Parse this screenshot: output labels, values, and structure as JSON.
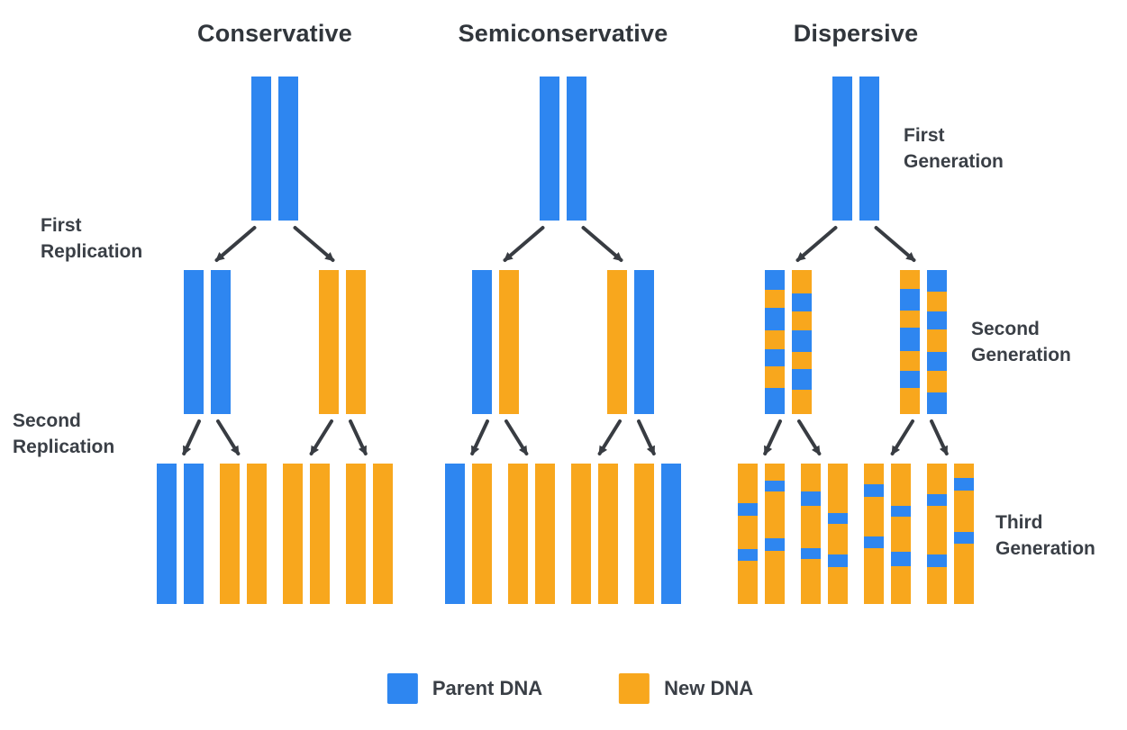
{
  "colors": {
    "parent_dna": "#2E86F0",
    "new_dna": "#F8A71D",
    "arrow": "#383C42",
    "text": "#3A3F46",
    "background": "#FFFFFF"
  },
  "columns": [
    {
      "id": "conservative",
      "title": "Conservative",
      "generations": [
        {
          "pairs": [
            {
              "strands": [
                [
                  [
                    "P",
                    1
                  ]
                ],
                [
                  [
                    "P",
                    1
                  ]
                ]
              ]
            }
          ]
        },
        {
          "pairs": [
            {
              "strands": [
                [
                  [
                    "P",
                    1
                  ]
                ],
                [
                  [
                    "P",
                    1
                  ]
                ]
              ]
            },
            {
              "strands": [
                [
                  [
                    "N",
                    1
                  ]
                ],
                [
                  [
                    "N",
                    1
                  ]
                ]
              ]
            }
          ]
        },
        {
          "pairs": [
            {
              "strands": [
                [
                  [
                    "P",
                    1
                  ]
                ],
                [
                  [
                    "P",
                    1
                  ]
                ]
              ]
            },
            {
              "strands": [
                [
                  [
                    "N",
                    1
                  ]
                ],
                [
                  [
                    "N",
                    1
                  ]
                ]
              ]
            },
            {
              "strands": [
                [
                  [
                    "N",
                    1
                  ]
                ],
                [
                  [
                    "N",
                    1
                  ]
                ]
              ]
            },
            {
              "strands": [
                [
                  [
                    "N",
                    1
                  ]
                ],
                [
                  [
                    "N",
                    1
                  ]
                ]
              ]
            }
          ]
        }
      ]
    },
    {
      "id": "semiconservative",
      "title": "Semiconservative",
      "generations": [
        {
          "pairs": [
            {
              "strands": [
                [
                  [
                    "P",
                    1
                  ]
                ],
                [
                  [
                    "P",
                    1
                  ]
                ]
              ]
            }
          ]
        },
        {
          "pairs": [
            {
              "strands": [
                [
                  [
                    "P",
                    1
                  ]
                ],
                [
                  [
                    "N",
                    1
                  ]
                ]
              ]
            },
            {
              "strands": [
                [
                  [
                    "N",
                    1
                  ]
                ],
                [
                  [
                    "P",
                    1
                  ]
                ]
              ]
            }
          ]
        },
        {
          "pairs": [
            {
              "strands": [
                [
                  [
                    "P",
                    1
                  ]
                ],
                [
                  [
                    "N",
                    1
                  ]
                ]
              ]
            },
            {
              "strands": [
                [
                  [
                    "N",
                    1
                  ]
                ],
                [
                  [
                    "N",
                    1
                  ]
                ]
              ]
            },
            {
              "strands": [
                [
                  [
                    "N",
                    1
                  ]
                ],
                [
                  [
                    "N",
                    1
                  ]
                ]
              ]
            },
            {
              "strands": [
                [
                  [
                    "N",
                    1
                  ]
                ],
                [
                  [
                    "P",
                    1
                  ]
                ]
              ]
            }
          ]
        }
      ]
    },
    {
      "id": "dispersive",
      "title": "Dispersive",
      "generations": [
        {
          "pairs": [
            {
              "strands": [
                [
                  [
                    "P",
                    1
                  ]
                ],
                [
                  [
                    "P",
                    1
                  ]
                ]
              ]
            }
          ]
        },
        {
          "pairs": [
            {
              "strands": [
                [
                  [
                    "P",
                    0.14
                  ],
                  [
                    "N",
                    0.12
                  ],
                  [
                    "P",
                    0.16
                  ],
                  [
                    "N",
                    0.13
                  ],
                  [
                    "P",
                    0.12
                  ],
                  [
                    "N",
                    0.15
                  ],
                  [
                    "P",
                    0.18
                  ]
                ],
                [
                  [
                    "N",
                    0.16
                  ],
                  [
                    "P",
                    0.13
                  ],
                  [
                    "N",
                    0.13
                  ],
                  [
                    "P",
                    0.15
                  ],
                  [
                    "N",
                    0.12
                  ],
                  [
                    "P",
                    0.14
                  ],
                  [
                    "N",
                    0.17
                  ]
                ]
              ]
            },
            {
              "strands": [
                [
                  [
                    "N",
                    0.13
                  ],
                  [
                    "P",
                    0.15
                  ],
                  [
                    "N",
                    0.12
                  ],
                  [
                    "P",
                    0.16
                  ],
                  [
                    "N",
                    0.14
                  ],
                  [
                    "P",
                    0.12
                  ],
                  [
                    "N",
                    0.18
                  ]
                ],
                [
                  [
                    "P",
                    0.15
                  ],
                  [
                    "N",
                    0.14
                  ],
                  [
                    "P",
                    0.12
                  ],
                  [
                    "N",
                    0.16
                  ],
                  [
                    "P",
                    0.13
                  ],
                  [
                    "N",
                    0.15
                  ],
                  [
                    "P",
                    0.15
                  ]
                ]
              ]
            }
          ]
        },
        {
          "pairs": [
            {
              "strands": [
                [
                  [
                    "N",
                    0.28
                  ],
                  [
                    "P",
                    0.09
                  ],
                  [
                    "N",
                    0.24
                  ],
                  [
                    "P",
                    0.08
                  ],
                  [
                    "N",
                    0.31
                  ]
                ],
                [
                  [
                    "N",
                    0.12
                  ],
                  [
                    "P",
                    0.08
                  ],
                  [
                    "N",
                    0.33
                  ],
                  [
                    "P",
                    0.09
                  ],
                  [
                    "N",
                    0.38
                  ]
                ]
              ]
            },
            {
              "strands": [
                [
                  [
                    "N",
                    0.2
                  ],
                  [
                    "P",
                    0.1
                  ],
                  [
                    "N",
                    0.3
                  ],
                  [
                    "P",
                    0.08
                  ],
                  [
                    "N",
                    0.32
                  ]
                ],
                [
                  [
                    "N",
                    0.35
                  ],
                  [
                    "P",
                    0.08
                  ],
                  [
                    "N",
                    0.22
                  ],
                  [
                    "P",
                    0.09
                  ],
                  [
                    "N",
                    0.26
                  ]
                ]
              ]
            },
            {
              "strands": [
                [
                  [
                    "N",
                    0.15
                  ],
                  [
                    "P",
                    0.09
                  ],
                  [
                    "N",
                    0.28
                  ],
                  [
                    "P",
                    0.08
                  ],
                  [
                    "N",
                    0.4
                  ]
                ],
                [
                  [
                    "N",
                    0.3
                  ],
                  [
                    "P",
                    0.08
                  ],
                  [
                    "N",
                    0.25
                  ],
                  [
                    "P",
                    0.1
                  ],
                  [
                    "N",
                    0.27
                  ]
                ]
              ]
            },
            {
              "strands": [
                [
                  [
                    "N",
                    0.22
                  ],
                  [
                    "P",
                    0.08
                  ],
                  [
                    "N",
                    0.35
                  ],
                  [
                    "P",
                    0.09
                  ],
                  [
                    "N",
                    0.26
                  ]
                ],
                [
                  [
                    "N",
                    0.1
                  ],
                  [
                    "P",
                    0.09
                  ],
                  [
                    "N",
                    0.3
                  ],
                  [
                    "P",
                    0.08
                  ],
                  [
                    "N",
                    0.43
                  ]
                ]
              ]
            }
          ]
        }
      ]
    }
  ],
  "labels": {
    "left": [
      {
        "text": "First\nReplication"
      },
      {
        "text": "Second\nReplication"
      }
    ],
    "right": [
      {
        "text": "First\nGeneration"
      },
      {
        "text": "Second\nGeneration"
      },
      {
        "text": "Third\nGeneration"
      }
    ]
  },
  "legend": [
    {
      "color_key": "parent_dna",
      "label": "Parent DNA"
    },
    {
      "color_key": "new_dna",
      "label": "New DNA"
    }
  ]
}
